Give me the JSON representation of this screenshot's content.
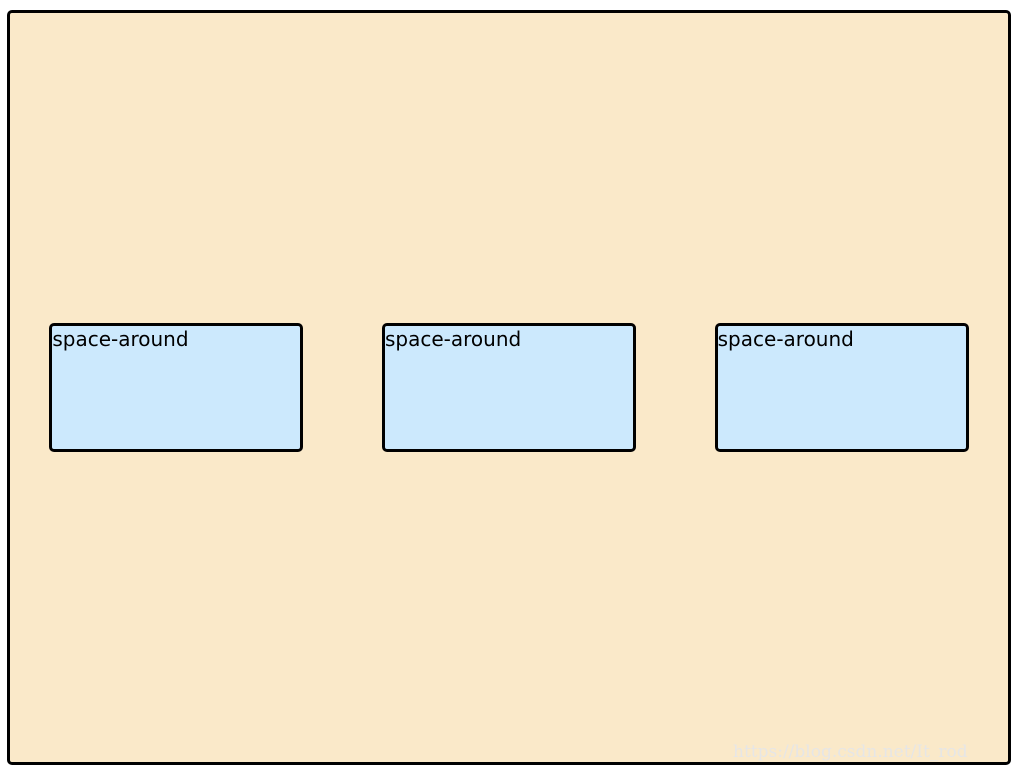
{
  "diagram": {
    "items": [
      {
        "label": "space-around"
      },
      {
        "label": "space-around"
      },
      {
        "label": "space-around"
      }
    ],
    "watermark": "https://blog.csdn.net/It_rod"
  },
  "colors": {
    "container_background": "#fae9c9",
    "item_background": "#cce9fd",
    "border": "#000000",
    "watermark": "#e6e6e6"
  }
}
